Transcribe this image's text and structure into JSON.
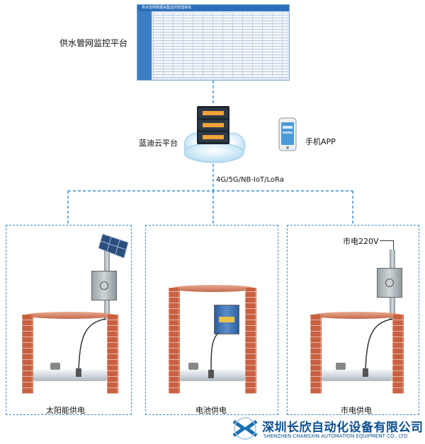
{
  "platform": {
    "label": "供水管网监控平台",
    "screen_title": "供水管网数据采集监控管理系统"
  },
  "cloud": {
    "label": "蓝迪云平台"
  },
  "app": {
    "label": "手机APP"
  },
  "network": {
    "label": "4G/5G/NB-IoT/LoRa"
  },
  "panels": [
    {
      "label": "太阳能供电"
    },
    {
      "label": "电池供电"
    },
    {
      "label": "市电供电",
      "mains_label": "市电220V"
    }
  ],
  "company": {
    "name_cn": "深圳长欣自动化设备有限公司",
    "name_en": "SHENZHEN CHANGXIN AUTOMATION EQUIPMENT CO., LTD"
  },
  "colors": {
    "dash": "#3a8fd6",
    "brick": "#c9603f",
    "company_text": "#0b4f8f"
  }
}
